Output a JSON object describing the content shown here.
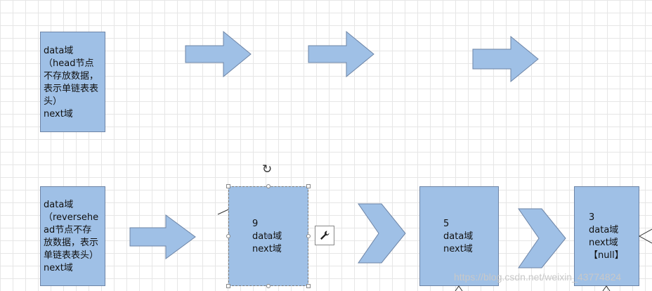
{
  "nodes": {
    "head": "data域\n（head节点\n不存放数据，\n表示单链表表\n头）\nnext域",
    "reverse_head": "data域\n（reversehe\nad节点不存\n放数据，表示\n单链表表头）\nnext域",
    "node_9": "9\ndata域\nnext域",
    "node_5": "5\ndata域\nnext域",
    "node_3": "3\ndata域\nnext域\n【null】"
  },
  "colors": {
    "node_fill": "#9fc0e6",
    "node_border": "#6d84a6"
  },
  "icons": {
    "rotate": "rotate-icon",
    "wrench": "wrench-icon"
  },
  "rotate_glyph": "↻",
  "watermark": "https://blog.csdn.net/weixin_43774824"
}
